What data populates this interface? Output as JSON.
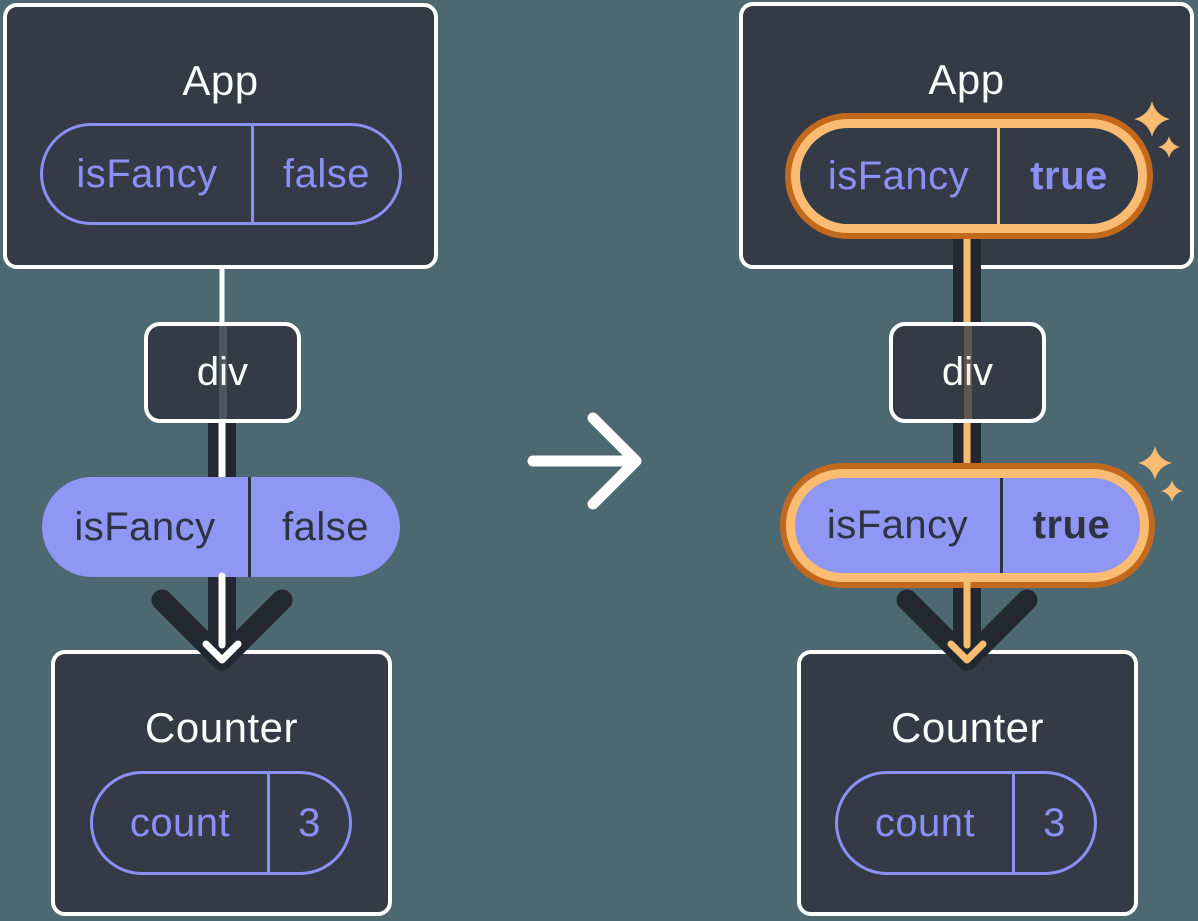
{
  "diagram": {
    "before": {
      "app": {
        "title": "App",
        "state_pill": {
          "name": "isFancy",
          "value": "false"
        }
      },
      "middle_node": {
        "label": "div"
      },
      "prop_pill": {
        "name": "isFancy",
        "value": "false"
      },
      "counter": {
        "title": "Counter",
        "state_pill": {
          "name": "count",
          "value": "3"
        }
      }
    },
    "after": {
      "app": {
        "title": "App",
        "state_pill": {
          "name": "isFancy",
          "value": "true"
        }
      },
      "middle_node": {
        "label": "div"
      },
      "prop_pill": {
        "name": "isFancy",
        "value": "true"
      },
      "counter": {
        "title": "Counter",
        "state_pill": {
          "name": "count",
          "value": "3"
        }
      }
    },
    "icons": {
      "transition": "right-arrow-icon",
      "highlight": "sparkle-icon"
    },
    "colors": {
      "background": "#4C6971",
      "card_bg": "#343A46",
      "card_border": "#FFFFFF",
      "purple": "#8A90F5",
      "purple_fill": "#8F96F3",
      "dark_text": "#2D3340",
      "dark_line": "#23272F",
      "orange_light": "#F9BC72",
      "orange_dark": "#C2691E",
      "white_text": "#FCFDFE"
    }
  }
}
